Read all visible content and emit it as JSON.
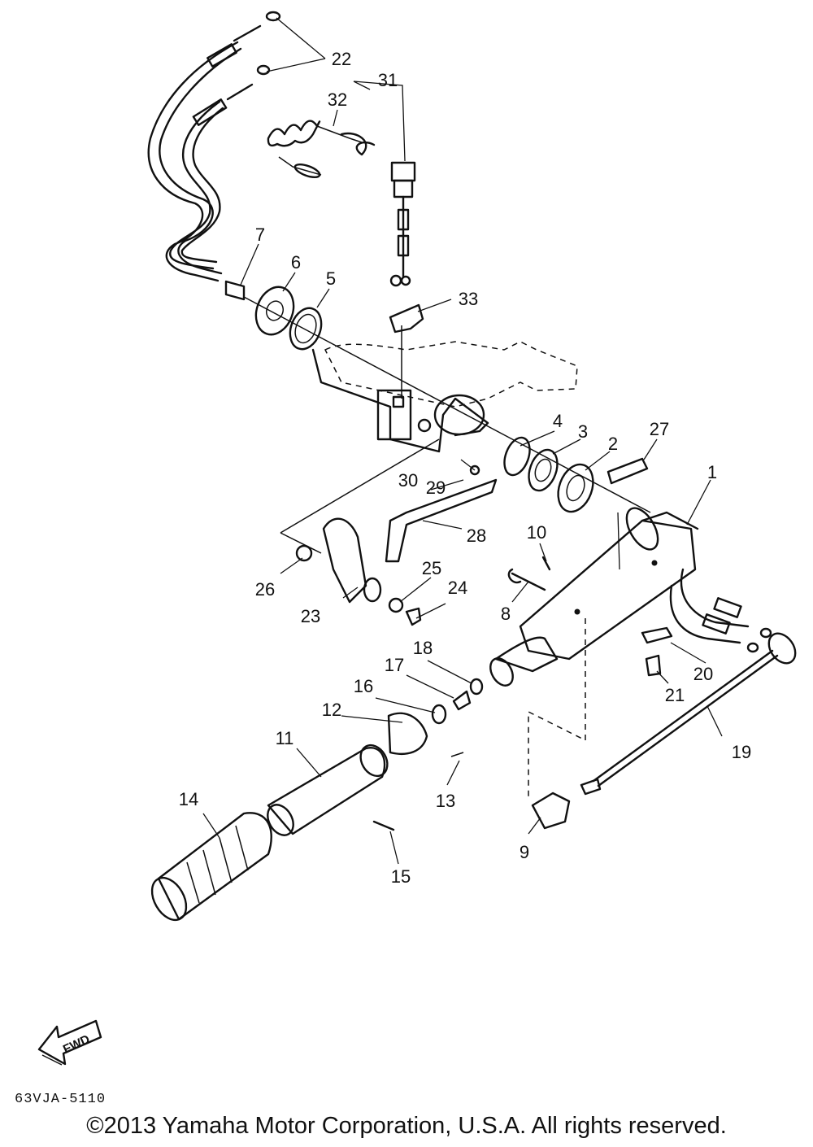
{
  "diagram": {
    "drawing_code": "63VJA-5110",
    "copyright": "©2013 Yamaha Motor Corporation, U.S.A. All rights reserved.",
    "fwd_arrow_label": "FWD",
    "callouts": [
      "1",
      "2",
      "3",
      "4",
      "5",
      "6",
      "7",
      "8",
      "9",
      "10",
      "11",
      "12",
      "13",
      "14",
      "15",
      "16",
      "17",
      "18",
      "19",
      "20",
      "21",
      "22",
      "23",
      "24",
      "25",
      "26",
      "27",
      "28",
      "29",
      "30",
      "31",
      "32",
      "33"
    ]
  }
}
